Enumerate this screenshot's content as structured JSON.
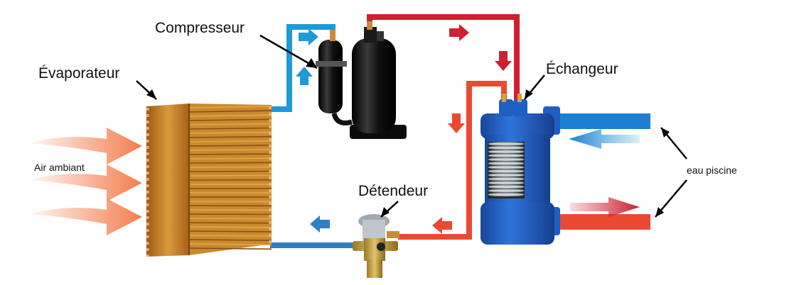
{
  "labels": {
    "compressor": "Compresseur",
    "evaporator": "Évaporateur",
    "exchanger": "Échangeur",
    "expansion_valve": "Détendeur",
    "ambient_air": "Air ambiant",
    "pool_water": "eau piscine"
  },
  "colors": {
    "cold_pipe": "#1e9ad6",
    "hot_pipe": "#d01f2f",
    "warm_pipe": "#ea4a32",
    "liquid_pipe": "#2f7fc8",
    "exchanger_body": "#1f5fc4",
    "evaporator_fins": "#c47a1c",
    "air_arrow": "#f47d4e",
    "compressor_body": "#121212"
  }
}
